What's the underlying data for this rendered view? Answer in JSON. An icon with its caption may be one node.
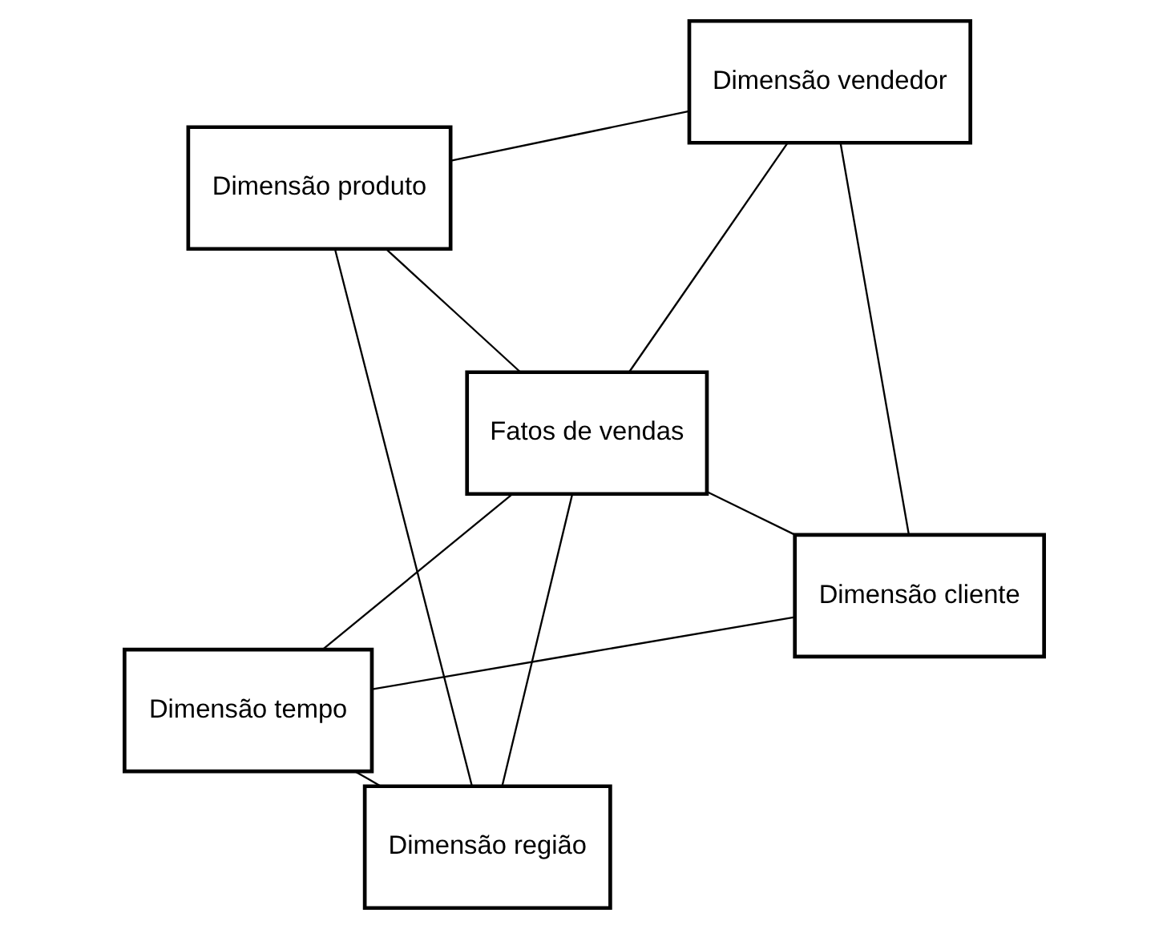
{
  "diagram": {
    "nodes": [
      {
        "text": [
          "Dimensão tempo"
        ]
      },
      {
        "text": [
          "Dimensão cliente"
        ]
      },
      {
        "text": [
          "Dimensão região"
        ]
      },
      {
        "text": [
          "Fatos de vendas"
        ]
      },
      {
        "text": [
          "Dimensão vendedor"
        ]
      },
      {
        "text": [
          "Dimensão produto"
        ]
      }
    ],
    "edges": [
      {
        "from": 0,
        "to": 3,
        "arrow": "none"
      },
      {
        "from": 1,
        "to": 3,
        "arrow": "none"
      },
      {
        "from": 2,
        "to": 3,
        "arrow": "none"
      },
      {
        "from": 4,
        "to": 3,
        "arrow": "none"
      },
      {
        "from": 5,
        "to": 3,
        "arrow": "none"
      },
      {
        "from": 0,
        "to": 1,
        "arrow": "none"
      },
      {
        "from": 1,
        "to": 4,
        "arrow": "none"
      },
      {
        "from": 4,
        "to": 5,
        "arrow": "none"
      },
      {
        "from": 5,
        "to": 2,
        "arrow": "none"
      },
      {
        "from": 2,
        "to": 0,
        "arrow": "none"
      }
    ]
  }
}
